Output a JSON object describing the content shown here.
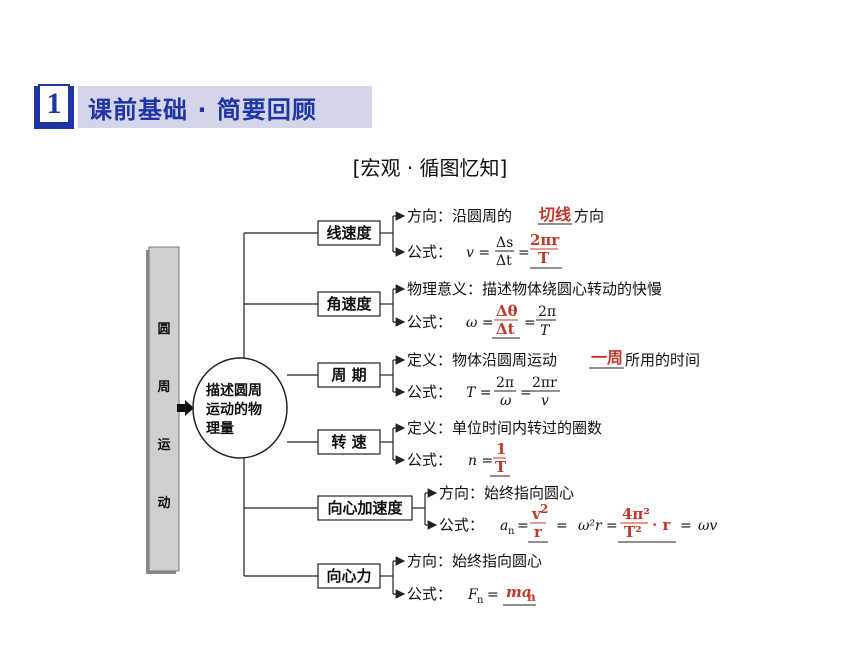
{
  "header": {
    "number": "1",
    "title": "课前基础 · 简要回顾"
  },
  "subtitle": "[宏观 · 循图忆知]",
  "left_panel": {
    "chars": [
      "圆",
      "周",
      "运",
      "动"
    ]
  },
  "center": {
    "lines": [
      "描述圆周",
      "运动的物",
      "理量"
    ]
  },
  "concepts": [
    {
      "box": "线速度",
      "line1_label": "方向：沿圆周的",
      "line1_answer": "切线",
      "line1_suffix": "方向",
      "line2_label": "公式：",
      "line2_formula": "v = Δs/Δt =",
      "line2_answer": "2πr/T"
    },
    {
      "box": "角速度",
      "line1_label": "物理意义：描述物体绕圆心转动的快慢",
      "line2_label": "公式：",
      "line2_formula": "ω =",
      "line2_answer": "Δθ/Δt",
      "line2_suffix": "= 2π/T"
    },
    {
      "box": "周 期",
      "line1_label": "定义：物体沿圆周运动",
      "line1_answer": "一周",
      "line1_suffix": "所用的时间",
      "line2_label": "公式：",
      "line2_formula": "T = 2π/ω = 2πr/v"
    },
    {
      "box": "转 速",
      "line1_label": "定义：单位时间内转过的圈数",
      "line2_label": "公式：",
      "line2_formula": "n =",
      "line2_answer": "1/T"
    },
    {
      "box": "向心加速度",
      "line1_label": "方向：始终指向圆心",
      "line2_label": "公式：",
      "line2_formula": "aₙ = v²/r = ω²r = 4π²/T² · r = ωv"
    },
    {
      "box": "向心力",
      "line1_label": "方向：始终指向圆心",
      "line2_label": "公式：",
      "line2_formula": "Fₙ =",
      "line2_answer": "maₙ"
    }
  ],
  "colors": {
    "accent_blue": "#1f35a5",
    "banner_bg": "#d5d5ea",
    "answer_red": "#c0392b"
  }
}
